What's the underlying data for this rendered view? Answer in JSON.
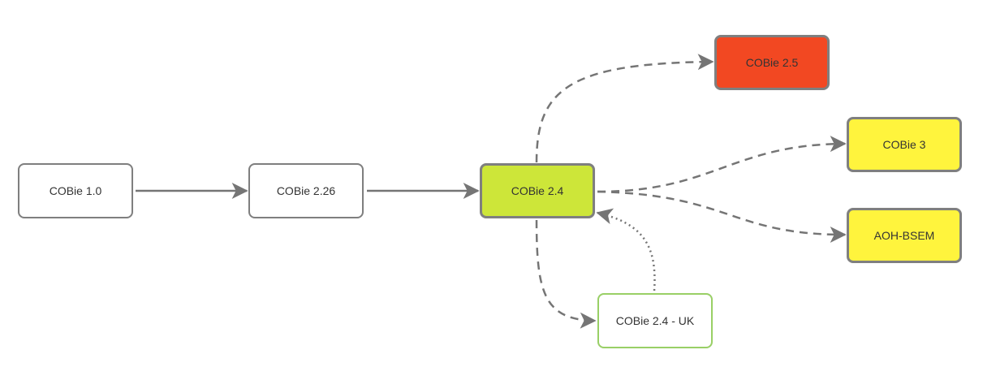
{
  "nodes": {
    "cobie_1_0": {
      "label": "COBie 1.0",
      "fill": "#ffffff",
      "border": "#7f7f7f"
    },
    "cobie_2_26": {
      "label": "COBie 2.26",
      "fill": "#ffffff",
      "border": "#7f7f7f"
    },
    "cobie_2_4": {
      "label": "COBie 2.4",
      "fill": "#cde639",
      "border": "#7f7f7f"
    },
    "cobie_2_5": {
      "label": "COBie 2.5",
      "fill": "#f24822",
      "border": "#7f7f7f"
    },
    "cobie_3": {
      "label": "COBie 3",
      "fill": "#fff43d",
      "border": "#7f7f7f"
    },
    "aoh_bsem": {
      "label": "AOH-BSEM",
      "fill": "#fff43d",
      "border": "#7f7f7f"
    },
    "cobie_2_4_uk": {
      "label": "COBie 2.4 - UK",
      "fill": "#ffffff",
      "border": "#99d066"
    }
  },
  "edges": [
    {
      "from": "cobie_1_0",
      "to": "cobie_2_26",
      "style": "solid"
    },
    {
      "from": "cobie_2_26",
      "to": "cobie_2_4",
      "style": "solid"
    },
    {
      "from": "cobie_2_4",
      "to": "cobie_2_5",
      "style": "dashed"
    },
    {
      "from": "cobie_2_4",
      "to": "cobie_3",
      "style": "dashed"
    },
    {
      "from": "cobie_2_4",
      "to": "aoh_bsem",
      "style": "dashed"
    },
    {
      "from": "cobie_2_4",
      "to": "cobie_2_4_uk",
      "style": "dashed"
    },
    {
      "from": "cobie_2_4_uk",
      "to": "cobie_2_4",
      "style": "dotted"
    }
  ],
  "colors": {
    "edge": "#757575"
  }
}
